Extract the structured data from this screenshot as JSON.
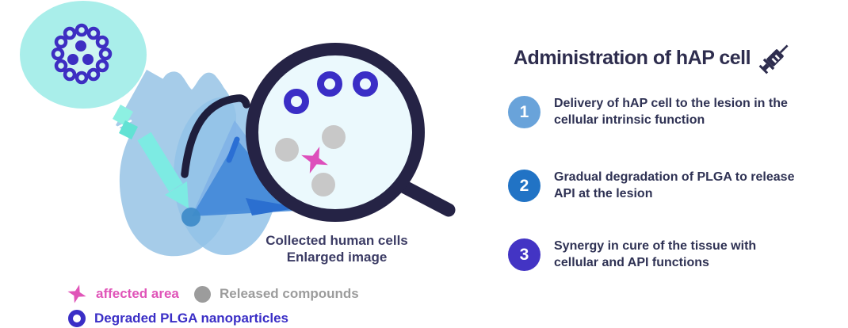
{
  "title": {
    "text": "Administration of hAP cell",
    "icon": "syringe-icon"
  },
  "steps": [
    {
      "number": "1",
      "line1": "Delivery of hAP cell to the lesion in the",
      "line2": "cellular intrinsic function",
      "badge_color": "#69a3da"
    },
    {
      "number": "2",
      "line1": "Gradual degradation of PLGA to release",
      "line2": "API at the lesion",
      "badge_color": "#2173c5"
    },
    {
      "number": "3",
      "line1": "Synergy in cure of the tissue with",
      "line2": "cellular and API functions",
      "badge_color": "#4334c4"
    }
  ],
  "caption": {
    "line1": "Collected human cells",
    "line2": "Enlarged image"
  },
  "legend": [
    {
      "icon": "star-icon",
      "label": "affected area",
      "color": "#e054b8"
    },
    {
      "icon": "dot-icon",
      "label": "Released compounds",
      "color": "#9c9c9c"
    },
    {
      "icon": "ring-icon",
      "label": "Degraded PLGA nanoparticles",
      "color": "#3a2ec6"
    }
  ],
  "colors": {
    "background": "#ffffff",
    "dark_navy": "#252345",
    "heading_text": "#2e2d4e",
    "body_text": "#2f3254",
    "hap_cell_teal": "#a9eeea",
    "hap_cell_inner": "#cef5f1",
    "nanoparticle_indigo": "#3a2ec6",
    "heart_blue": "#a6cce9",
    "arrow_teal": "#7debe3",
    "beam_blue": "#4288d8",
    "beam_dark_blue": "#2b6fd0",
    "magnifier_fill": "#ebf9fd",
    "released_gray": "#c8c8c8",
    "affected_pink": "#dd4fbb"
  }
}
